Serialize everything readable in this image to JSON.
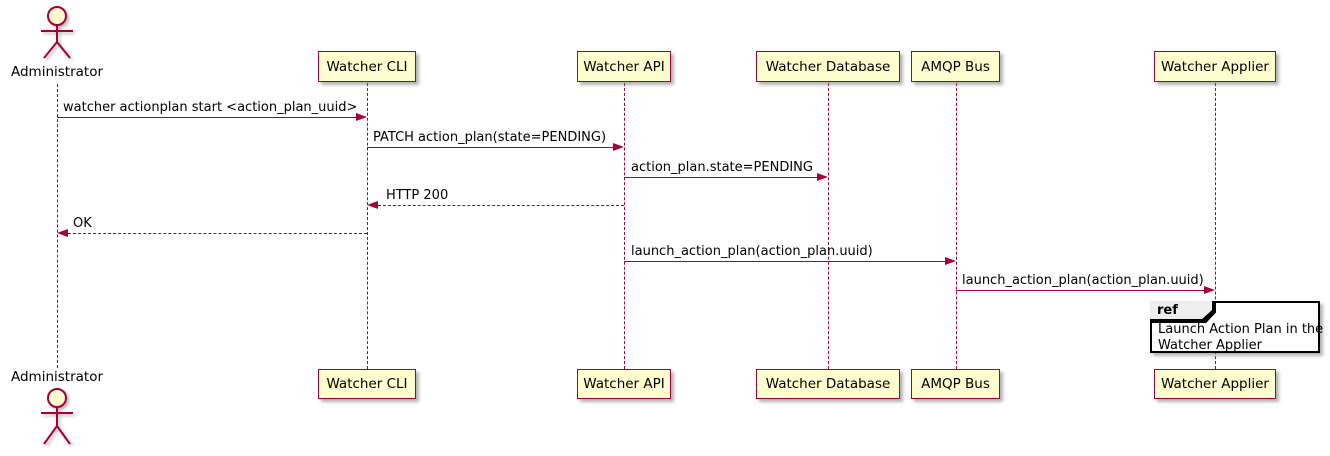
{
  "actor": {
    "name": "Administrator"
  },
  "participants": [
    {
      "name": "Watcher CLI"
    },
    {
      "name": "Watcher API"
    },
    {
      "name": "Watcher Database"
    },
    {
      "name": "AMQP Bus"
    },
    {
      "name": "Watcher Applier"
    }
  ],
  "messages": [
    {
      "label": "watcher actionplan start <action_plan_uuid>",
      "from": "Administrator",
      "to": "Watcher CLI",
      "style": "solid"
    },
    {
      "label": "PATCH action_plan(state=PENDING)",
      "from": "Watcher CLI",
      "to": "Watcher API",
      "style": "solid"
    },
    {
      "label": "action_plan.state=PENDING",
      "from": "Watcher API",
      "to": "Watcher Database",
      "style": "solid"
    },
    {
      "label": "HTTP 200",
      "from": "Watcher API",
      "to": "Watcher CLI",
      "style": "dashed"
    },
    {
      "label": "OK",
      "from": "Watcher CLI",
      "to": "Administrator",
      "style": "dashed"
    },
    {
      "label": "launch_action_plan(action_plan.uuid)",
      "from": "Watcher API",
      "to": "AMQP Bus",
      "style": "solid"
    },
    {
      "label": "launch_action_plan(action_plan.uuid)",
      "from": "AMQP Bus",
      "to": "Watcher Applier",
      "style": "solid"
    }
  ],
  "ref_fragment": {
    "keyword": "ref",
    "line1": "Launch Action Plan in the",
    "line2": "Watcher Applier"
  },
  "colors": {
    "participant_fill": "#FEFECE",
    "border": "#A80036",
    "arrow": "#A80036",
    "ref_header_fill": "#EEEEEE",
    "text": "#000000"
  }
}
